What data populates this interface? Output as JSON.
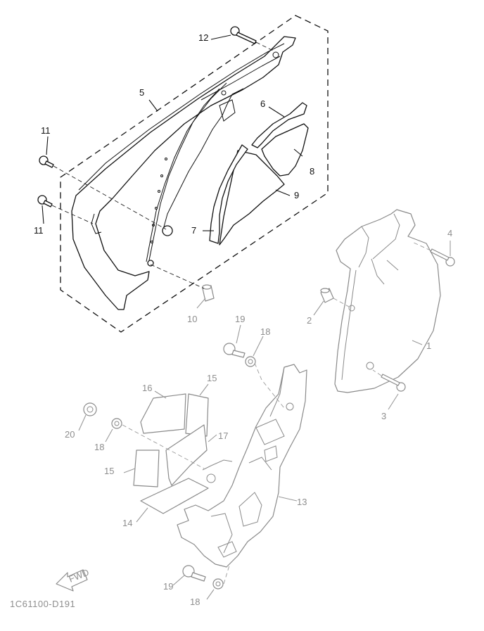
{
  "drawing_code": "1C61100-D191",
  "fwd_label": "FWD",
  "callouts": {
    "c1": "1",
    "c2": "2",
    "c3": "3",
    "c4": "4",
    "c5": "5",
    "c6": "6",
    "c7": "7",
    "c8": "8",
    "c9": "9",
    "c10": "10",
    "c11a": "11",
    "c11b": "11",
    "c12": "12",
    "c13": "13",
    "c14": "14",
    "c15a": "15",
    "c15b": "15",
    "c16": "16",
    "c17": "17",
    "c18a": "18",
    "c18b": "18",
    "c18c": "18",
    "c19a": "19",
    "c19b": "19",
    "c20": "20"
  },
  "colors": {
    "highlight_parts": "#111111",
    "context_parts": "#8e8e8e"
  }
}
